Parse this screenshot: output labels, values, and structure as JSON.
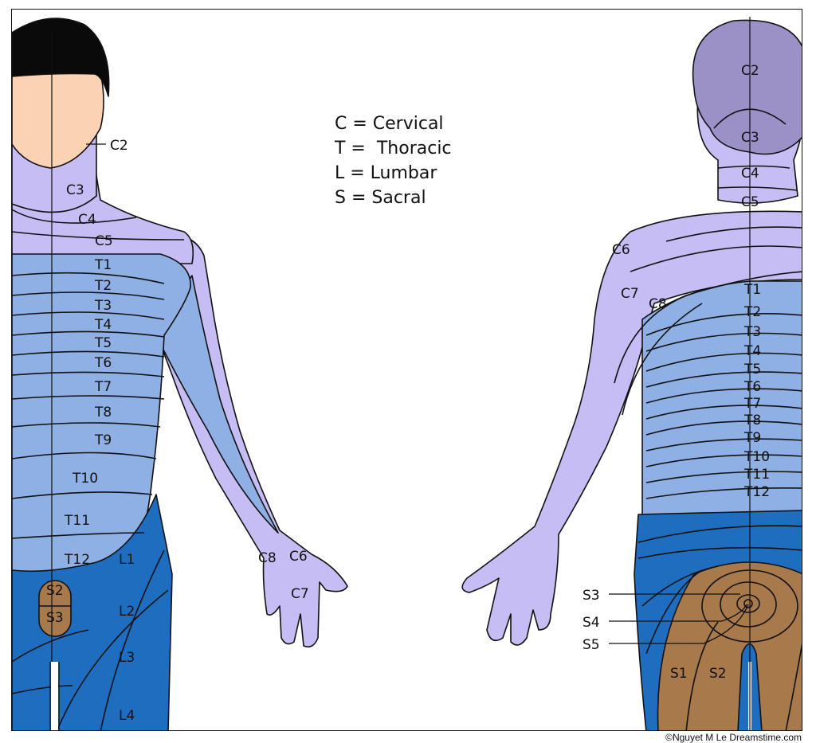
{
  "colors": {
    "cervical": "#c5bdf3",
    "cervical_head": "#9c91c6",
    "thoracic": "#8fb0e4",
    "lumbar": "#1f6dbf",
    "sacral": "#a8794a",
    "skin": "#fcd2b4",
    "hair": "#0a0a0a",
    "line": "#111111"
  },
  "legend": [
    {
      "text": "C = Cervical"
    },
    {
      "text": "T =  Thoracic"
    },
    {
      "text": "L = Lumbar"
    },
    {
      "text": "S = Sacral"
    }
  ],
  "front_labels": {
    "c2": "C2",
    "c3": "C3",
    "c4": "C4",
    "c5": "C5",
    "t1": "T1",
    "t2": "T2",
    "t3": "T3",
    "t4": "T4",
    "t5": "T5",
    "t6": "T6",
    "t7": "T7",
    "t8": "T8",
    "t9": "T9",
    "t10": "T10",
    "t11": "T11",
    "t12": "T12",
    "l1": "L1",
    "l2": "L2",
    "l3": "L3",
    "l4": "L4",
    "s2": "S2",
    "s3": "S3",
    "c6_hand": "C6",
    "c7_hand": "C7",
    "c8_hand": "C8"
  },
  "back_labels": {
    "c2": "C2",
    "c3": "C3",
    "c4": "C4",
    "c5": "C5",
    "c6": "C6",
    "c7": "C7",
    "c8": "C8",
    "t1": "T1",
    "t2": "T2",
    "t3": "T3",
    "t4": "T4",
    "t5": "T5",
    "t6": "T6",
    "t7": "T7",
    "t8": "T8",
    "t9": "T9",
    "t10": "T10",
    "t11": "T11",
    "t12": "T12",
    "s1": "S1",
    "s2": "S2",
    "s3": "S3",
    "s4": "S4",
    "s5": "S5"
  },
  "credit": "©Nguyet M Le  Dreamstime.com"
}
